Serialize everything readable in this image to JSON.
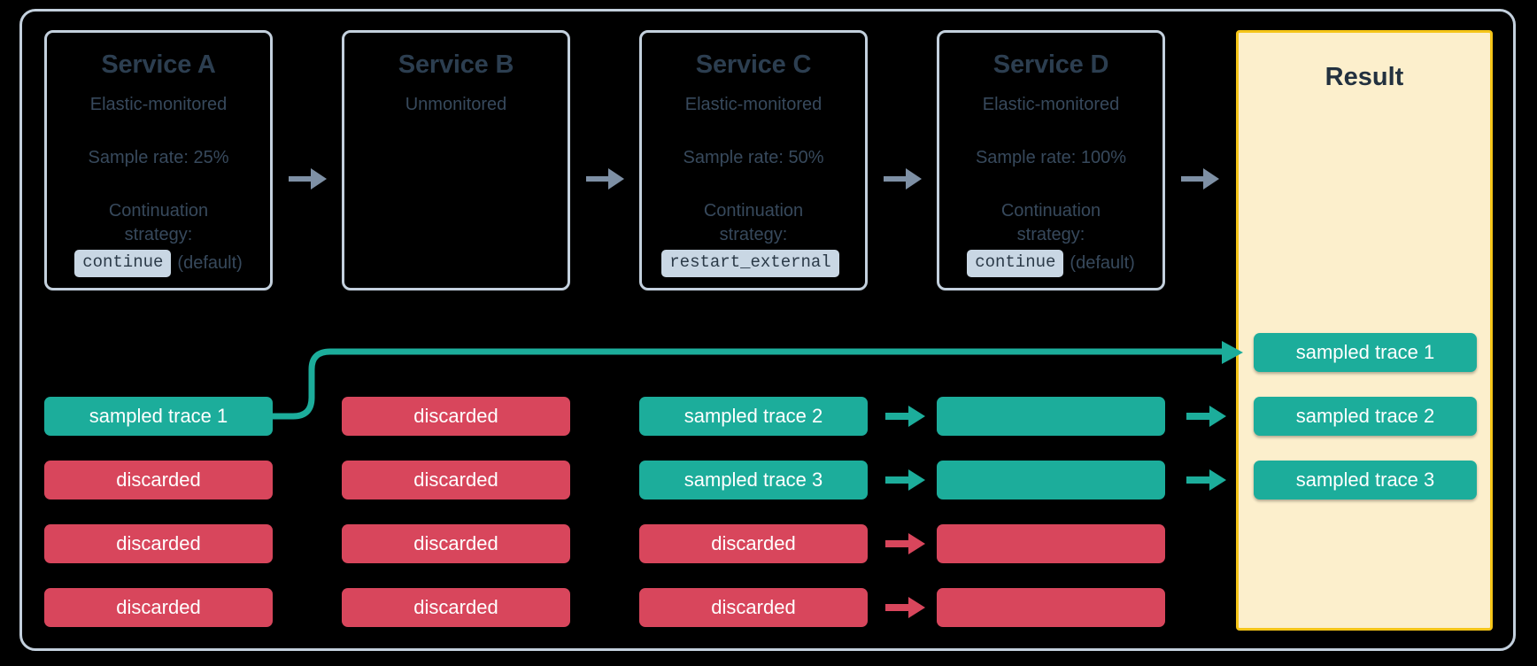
{
  "diagram": {
    "title": "Distributed tracing tail-based sampling flow",
    "colors": {
      "background": "#000000",
      "frame_border": "#c3d0dd",
      "service_border": "#c3d0dd",
      "service_title": "#2c3e50",
      "service_text": "#37495c",
      "code_chip_bg": "#c9d7e4",
      "code_chip_text": "#2b3a48",
      "sampled": "#1cad9b",
      "discarded": "#d8465c",
      "result_bg": "#fcefcc",
      "result_border": "#f5c518",
      "gray_arrow": "#7e90a5"
    }
  },
  "services": [
    {
      "name": "Service A",
      "monitoring": "Elastic-monitored",
      "sample_rate": "Sample rate: 25%",
      "strategy_label_line1": "Continuation",
      "strategy_label_line2": "strategy:",
      "strategy_code": "continue",
      "strategy_note": "(default)",
      "has_details": true
    },
    {
      "name": "Service B",
      "monitoring": "Unmonitored",
      "sample_rate": "",
      "strategy_label_line1": "",
      "strategy_label_line2": "",
      "strategy_code": "",
      "strategy_note": "",
      "has_details": false
    },
    {
      "name": "Service C",
      "monitoring": "Elastic-monitored",
      "sample_rate": "Sample rate: 50%",
      "strategy_label_line1": "Continuation",
      "strategy_label_line2": "strategy:",
      "strategy_code": "restart_external",
      "strategy_note": "",
      "has_details": true
    },
    {
      "name": "Service D",
      "monitoring": "Elastic-monitored",
      "sample_rate": "Sample rate: 100%",
      "strategy_label_line1": "Continuation",
      "strategy_label_line2": "strategy:",
      "strategy_code": "continue",
      "strategy_note": "(default)",
      "has_details": true
    }
  ],
  "result": {
    "title": "Result",
    "traces": [
      {
        "label": "sampled trace 1",
        "state": "sampled"
      },
      {
        "label": "sampled trace 2",
        "state": "sampled"
      },
      {
        "label": "sampled trace 3",
        "state": "sampled"
      }
    ]
  },
  "columns": [
    {
      "service": "Service A",
      "bars": [
        {
          "label": "sampled trace 1",
          "state": "sampled"
        },
        {
          "label": "discarded",
          "state": "discarded"
        },
        {
          "label": "discarded",
          "state": "discarded"
        },
        {
          "label": "discarded",
          "state": "discarded"
        }
      ]
    },
    {
      "service": "Service B",
      "bars": [
        {
          "label": "discarded",
          "state": "discarded"
        },
        {
          "label": "discarded",
          "state": "discarded"
        },
        {
          "label": "discarded",
          "state": "discarded"
        },
        {
          "label": "discarded",
          "state": "discarded"
        }
      ]
    },
    {
      "service": "Service C",
      "bars": [
        {
          "label": "sampled trace 2",
          "state": "sampled"
        },
        {
          "label": "sampled trace 3",
          "state": "sampled"
        },
        {
          "label": "discarded",
          "state": "discarded"
        },
        {
          "label": "discarded",
          "state": "discarded"
        }
      ]
    },
    {
      "service": "Service D",
      "bars": [
        {
          "label": "",
          "state": "sampled"
        },
        {
          "label": "",
          "state": "sampled"
        },
        {
          "label": "",
          "state": "discarded"
        },
        {
          "label": "",
          "state": "discarded"
        }
      ]
    }
  ]
}
